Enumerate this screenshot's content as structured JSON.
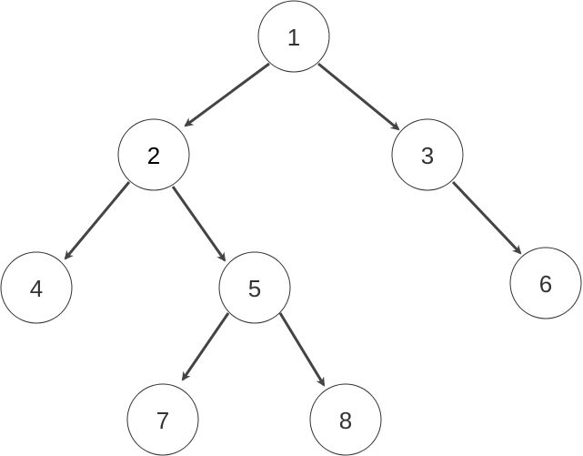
{
  "tree": {
    "nodes": [
      {
        "id": "1",
        "label": "1"
      },
      {
        "id": "2",
        "label": "2"
      },
      {
        "id": "3",
        "label": "3"
      },
      {
        "id": "4",
        "label": "4"
      },
      {
        "id": "5",
        "label": "5"
      },
      {
        "id": "6",
        "label": "6"
      },
      {
        "id": "7",
        "label": "7"
      },
      {
        "id": "8",
        "label": "8"
      }
    ],
    "edges": [
      {
        "from": "1",
        "to": "2"
      },
      {
        "from": "1",
        "to": "3"
      },
      {
        "from": "2",
        "to": "4"
      },
      {
        "from": "2",
        "to": "5"
      },
      {
        "from": "3",
        "to": "6"
      },
      {
        "from": "5",
        "to": "7"
      },
      {
        "from": "5",
        "to": "8"
      }
    ]
  },
  "colors": {
    "node_stroke": "#333333",
    "node_fill": "#ffffff",
    "edge": "#444444",
    "label": "#333333",
    "emphasis_label": "#000000"
  }
}
